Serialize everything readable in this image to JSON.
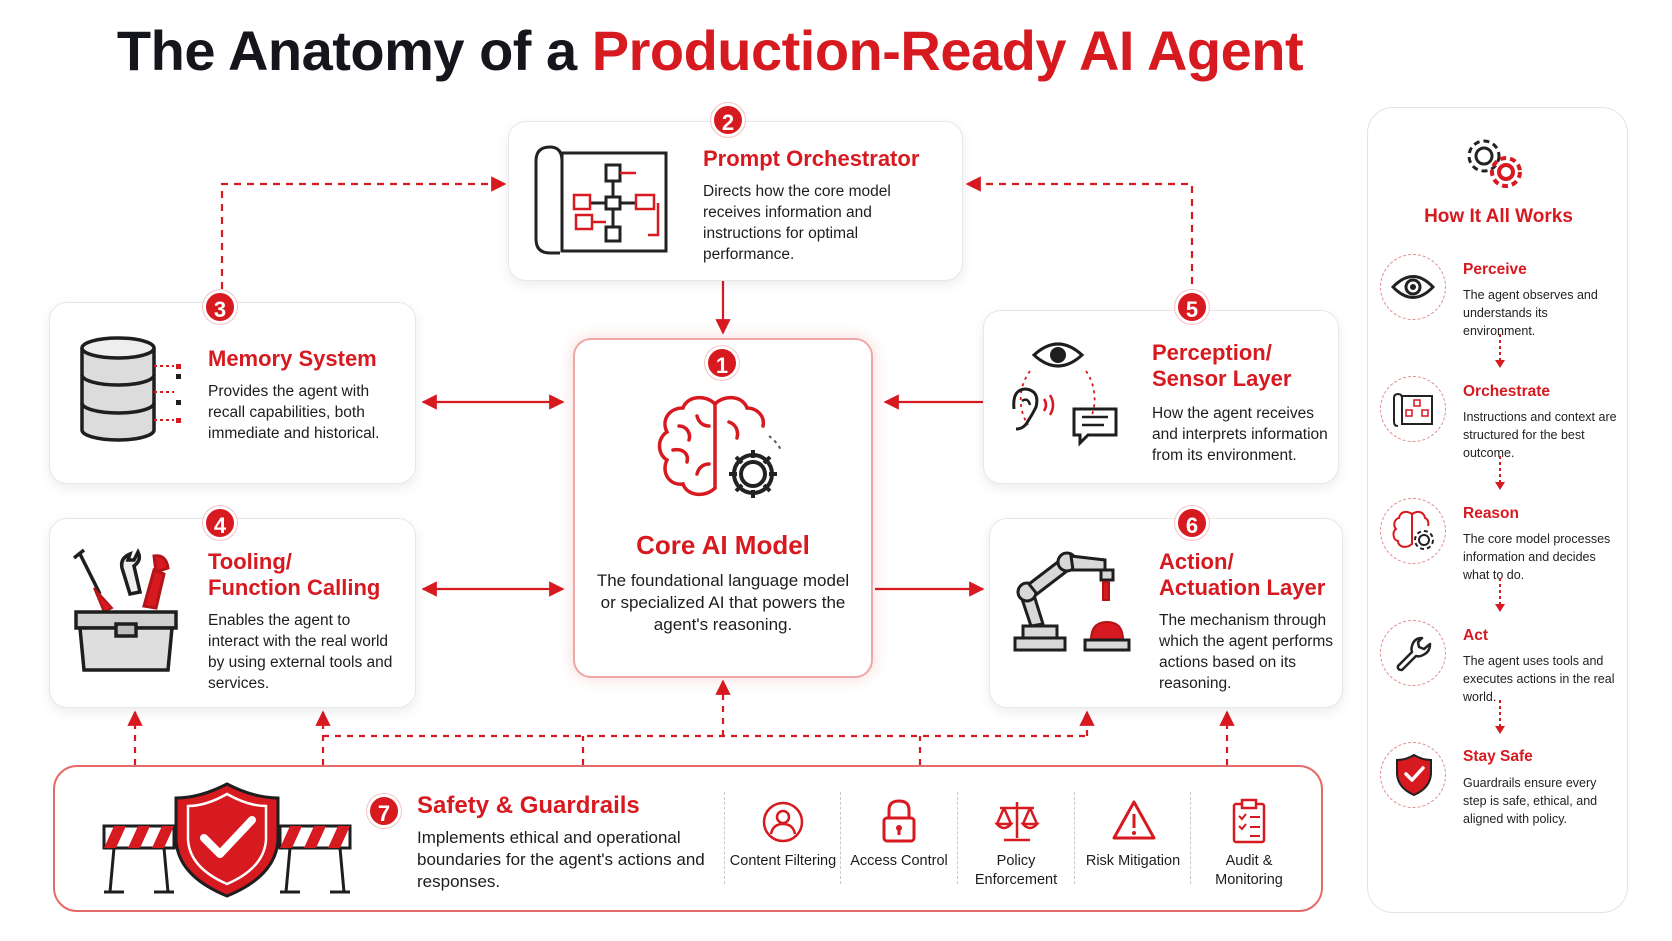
{
  "title": {
    "part1": "The Anatomy of a ",
    "part2": "Production-Ready AI Agent"
  },
  "components": {
    "orchestrator": {
      "number": "2",
      "title": "Prompt Orchestrator",
      "desc": "Directs how the core model receives information and instructions for optimal performance."
    },
    "memory": {
      "number": "3",
      "title": "Memory System",
      "desc": "Provides the agent with recall capabilities, both immediate and historical."
    },
    "core": {
      "number": "1",
      "title": "Core AI Model",
      "desc": "The foundational language model or specialized AI that powers the agent's reasoning."
    },
    "tooling": {
      "number": "4",
      "title": "Tooling/ Function Calling",
      "desc": "Enables the agent to interact with the real world by using external tools and services."
    },
    "perception": {
      "number": "5",
      "title": "Perception/ Sensor Layer",
      "desc": "How the agent receives and interprets information from its environment."
    },
    "action": {
      "number": "6",
      "title": "Action/ Actuation Layer",
      "desc": "The mechanism through which the agent performs actions based on its reasoning."
    },
    "safety": {
      "number": "7",
      "title": "Safety & Guardrails",
      "desc": "Implements ethical and operational boundaries for the agent's actions and responses.",
      "items": [
        {
          "label": "Content Filtering",
          "icon": "user-shield-icon"
        },
        {
          "label": "Access Control",
          "icon": "lock-icon"
        },
        {
          "label": "Policy Enforcement",
          "icon": "scales-icon"
        },
        {
          "label": "Risk Mitigation",
          "icon": "warning-icon"
        },
        {
          "label": "Audit & Monitoring",
          "icon": "clipboard-icon"
        }
      ]
    }
  },
  "how_it_works": {
    "title": "How It All Works",
    "steps": [
      {
        "title": "Perceive",
        "desc": "The agent observes and understands its environment.",
        "icon": "eye-icon"
      },
      {
        "title": "Orchestrate",
        "desc": "Instructions and context are structured for the best outcome.",
        "icon": "blueprint-icon"
      },
      {
        "title": "Reason",
        "desc": "The core model processes information and decides what to do.",
        "icon": "brain-gear-icon"
      },
      {
        "title": "Act",
        "desc": "The agent uses tools and executes actions in the real world.",
        "icon": "wrench-icon"
      },
      {
        "title": "Stay Safe",
        "desc": "Guardrails ensure every step is safe, ethical, and aligned with policy.",
        "icon": "shield-check-icon"
      }
    ]
  },
  "colors": {
    "accent": "#d71920",
    "text": "#1c1c1c",
    "title_dark": "#14161c"
  }
}
